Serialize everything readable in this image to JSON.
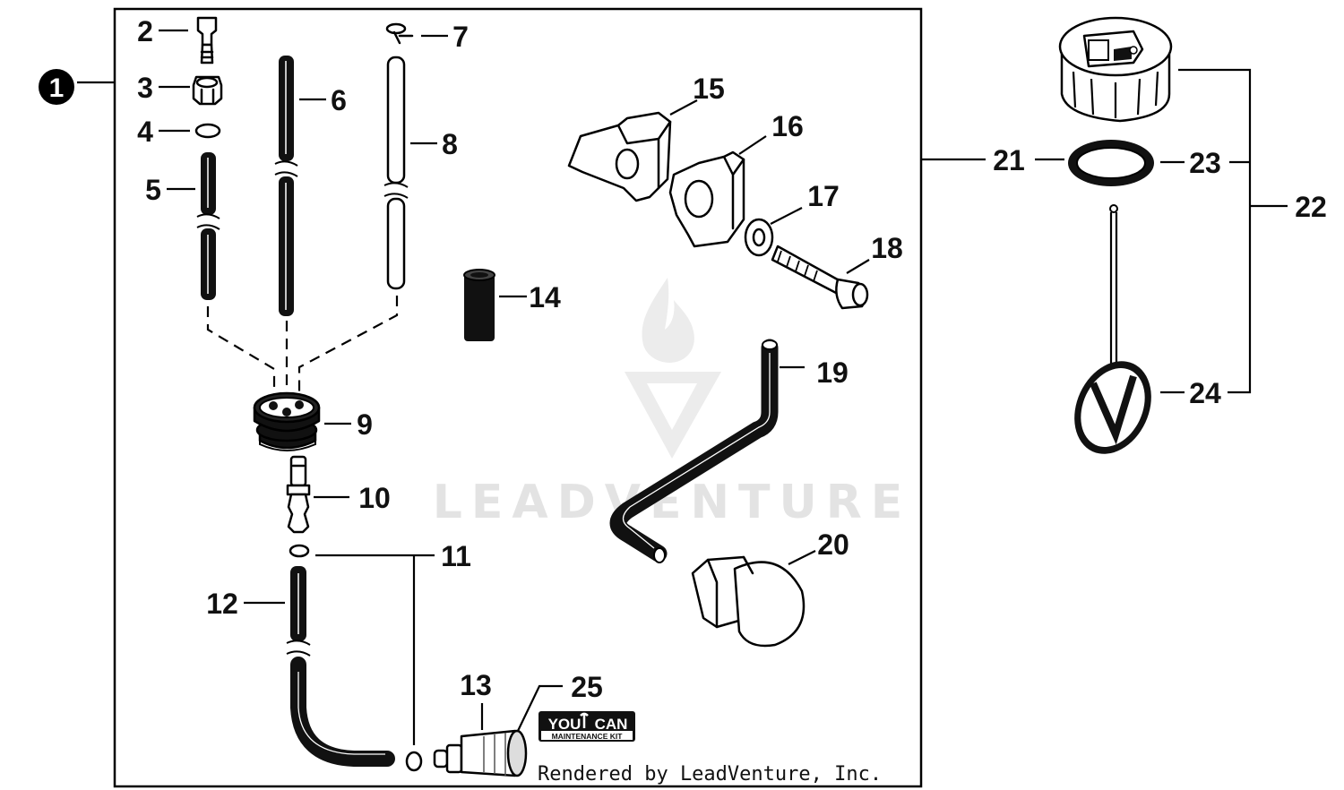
{
  "assembly_marker": "1",
  "callouts": {
    "c2": "2",
    "c3": "3",
    "c4": "4",
    "c5": "5",
    "c6": "6",
    "c7": "7",
    "c8": "8",
    "c9": "9",
    "c10": "10",
    "c11": "11",
    "c12": "12",
    "c13": "13",
    "c14": "14",
    "c15": "15",
    "c16": "16",
    "c17": "17",
    "c18": "18",
    "c19": "19",
    "c20": "20",
    "c21": "21",
    "c22": "22",
    "c23": "23",
    "c24": "24",
    "c25": "25"
  },
  "watermark": "LEADVENTURE",
  "kit_badge": {
    "line1_left": "YOU",
    "line1_right": "CAN",
    "line2": "MAINTENANCE KIT"
  },
  "credit": "Rendered by LeadVenture, Inc."
}
